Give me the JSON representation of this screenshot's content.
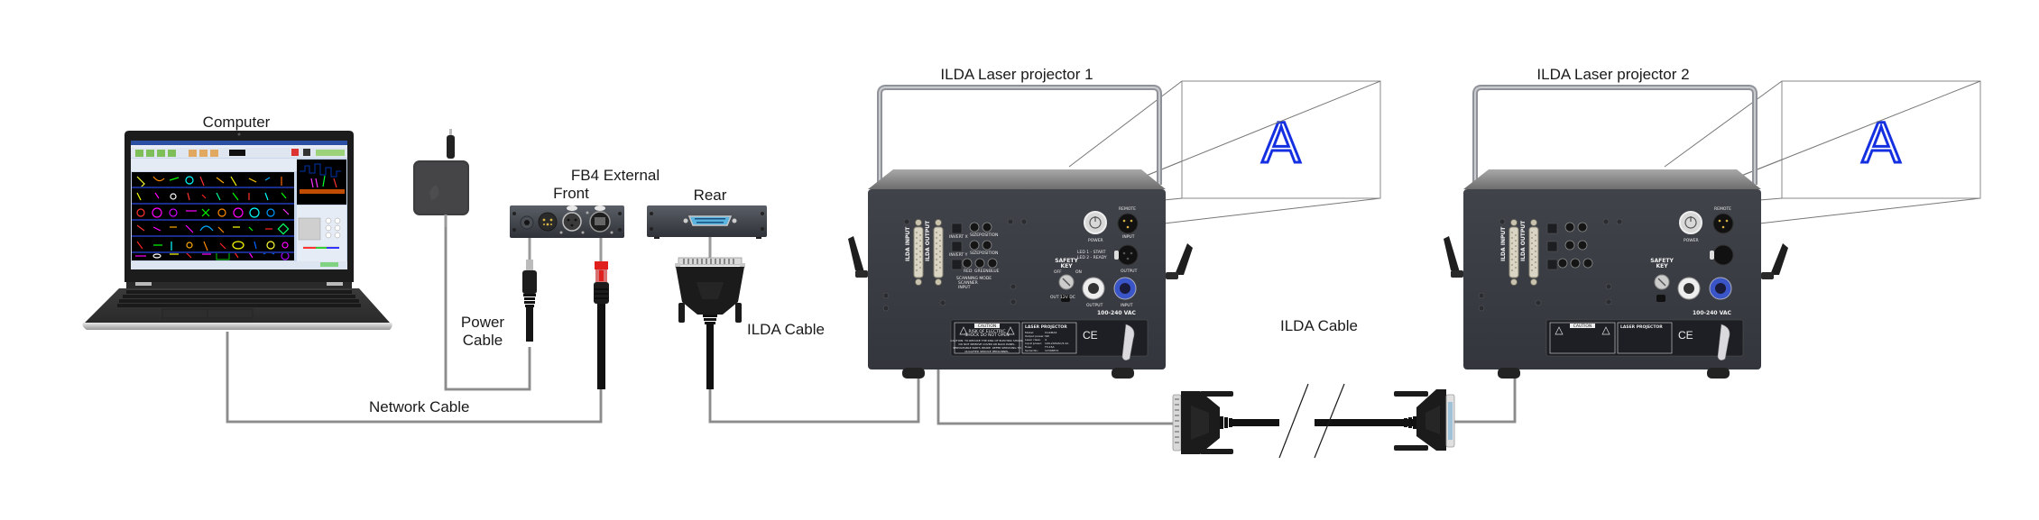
{
  "labels": {
    "computer": "Computer",
    "fb4_external": "FB4 External",
    "front": "Front",
    "rear": "Rear",
    "power_cable_line1": "Power",
    "power_cable_line2": "Cable",
    "ilda_cable_left": "ILDA Cable",
    "network_cable": "Network Cable",
    "projector_1": "ILDA Laser projector 1",
    "projector_2": "ILDA Laser projector 2",
    "ilda_cable_right": "ILDA Cable"
  },
  "projection": {
    "glyph": "A",
    "color": "#1530e0"
  },
  "projector_panel": {
    "ilda_input": "ILDA INPUT",
    "ilda_output": "ILDA OUTPUT",
    "invert_x": "INVERT X",
    "invert_y": "INVERT Y",
    "size": "SIZE",
    "position": "POSITION",
    "red": "RED",
    "green": "GREEN",
    "blue": "BLUE",
    "scanning_mode": "SCANNING MODE",
    "scanner": "SCANNER",
    "input": "INPUT",
    "power": "POWER",
    "remote": "REMOTE",
    "output": "OUTPUT",
    "led_1": "LED 1 - START",
    "led_2": "LED 2 - READY",
    "safety_key_1": "SAFETY",
    "safety_key_2": "KEY",
    "off": "OFF",
    "on": "ON",
    "dc_out": "OUT 12V DC",
    "vac": "100-240 VAC",
    "caution": "CAUTION",
    "caution_sub1": "RISK OF ELECTRIC",
    "caution_sub2": "SHOCK DO NOT OPEN",
    "caution_text1": "CAUTION: TO REDUCE THE RISK OF ELECTRIC SHOCK,",
    "caution_text2": "DO NOT REMOVE COVER OR BACK PANEL.",
    "caution_text3": "SERVICEABLE PARTS INSIDE. REFER SERVICING TO",
    "caution_text4": "QUALIFIED SERVICE PERSONNEL.",
    "laser_projector": "LASER PROJECTOR",
    "spec_rows": [
      {
        "k": "Model:",
        "v": "ClubMAX"
      },
      {
        "k": "Output power:",
        "v": "3W"
      },
      {
        "k": "Laser class:",
        "v": "4"
      },
      {
        "k": "Input power:",
        "v": "100-240VAC/2.2A"
      },
      {
        "k": "Fuse:",
        "v": "T3.15A"
      },
      {
        "k": "Serial No.:",
        "v": "12306874"
      }
    ],
    "ce": "CE"
  },
  "colors": {
    "cable": "#9a9a9a",
    "device_body": "#3a3d44",
    "device_panel": "#2d3037",
    "laser_outline": "#1530e0",
    "rj45_red": "#e0201c",
    "db25_blue": "#5ab4e0"
  }
}
